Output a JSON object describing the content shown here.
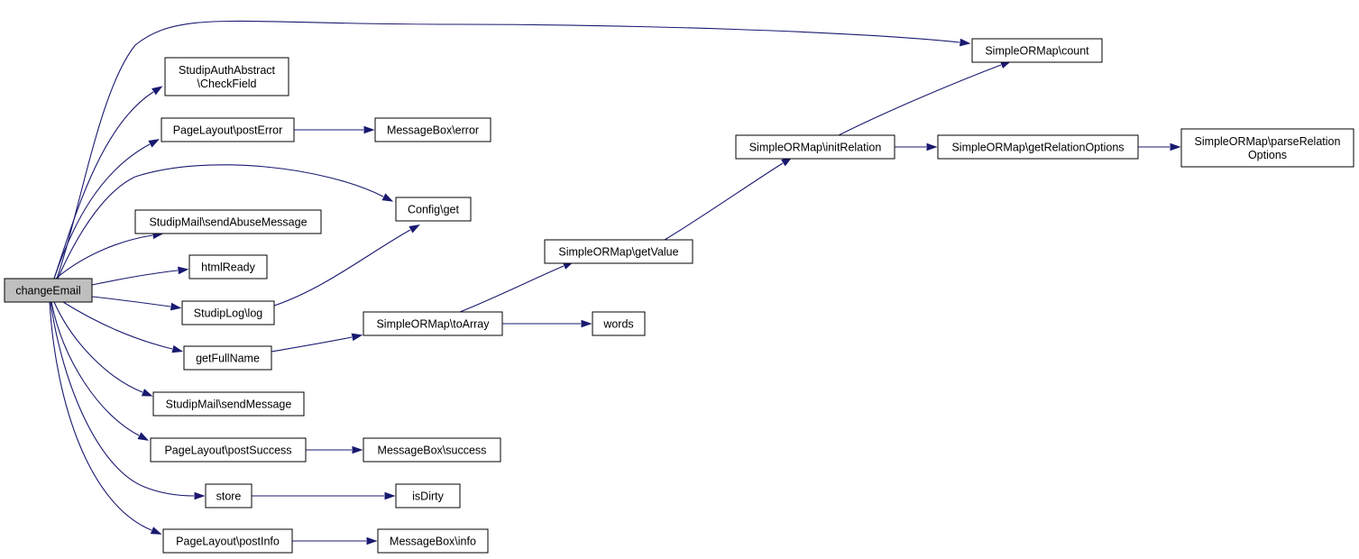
{
  "graph": {
    "root": "changeEmail",
    "colors": {
      "edge": "#191970",
      "root_fill": "#bfbfbf",
      "node_fill": "#ffffff",
      "node_stroke": "#000000"
    },
    "nodes": {
      "changeEmail": [
        "changeEmail"
      ],
      "simpleormap_count": [
        "SimpleORMap\\count"
      ],
      "studipauthabstract_checkfield": [
        "StudipAuthAbstract",
        "\\CheckField"
      ],
      "pagelayout_posterror": [
        "PageLayout\\postError"
      ],
      "messagebox_error": [
        "MessageBox\\error"
      ],
      "config_get": [
        "Config\\get"
      ],
      "studipmail_sendabusemessage": [
        "StudipMail\\sendAbuseMessage"
      ],
      "htmlready": [
        "htmlReady"
      ],
      "studiplog_log": [
        "StudipLog\\log"
      ],
      "getfullname": [
        "getFullName"
      ],
      "simpleormap_toarray": [
        "SimpleORMap\\toArray"
      ],
      "simpleormap_getvalue": [
        "SimpleORMap\\getValue"
      ],
      "simpleormap_initrelation": [
        "SimpleORMap\\initRelation"
      ],
      "simpleormap_getrelationoptions": [
        "SimpleORMap\\getRelationOptions"
      ],
      "simpleormap_parserelationoptions": [
        "SimpleORMap\\parseRelation",
        "Options"
      ],
      "words": [
        "words"
      ],
      "studipmail_sendmessage": [
        "StudipMail\\sendMessage"
      ],
      "pagelayout_postsuccess": [
        "PageLayout\\postSuccess"
      ],
      "messagebox_success": [
        "MessageBox\\success"
      ],
      "store": [
        "store"
      ],
      "isdirty": [
        "isDirty"
      ],
      "pagelayout_postinfo": [
        "PageLayout\\postInfo"
      ],
      "messagebox_info": [
        "MessageBox\\info"
      ]
    },
    "edges": [
      [
        "changeEmail",
        "simpleormap_count"
      ],
      [
        "changeEmail",
        "studipauthabstract_checkfield"
      ],
      [
        "changeEmail",
        "pagelayout_posterror"
      ],
      [
        "changeEmail",
        "config_get"
      ],
      [
        "changeEmail",
        "studipmail_sendabusemessage"
      ],
      [
        "changeEmail",
        "htmlready"
      ],
      [
        "changeEmail",
        "studiplog_log"
      ],
      [
        "changeEmail",
        "getfullname"
      ],
      [
        "changeEmail",
        "studipmail_sendmessage"
      ],
      [
        "changeEmail",
        "pagelayout_postsuccess"
      ],
      [
        "changeEmail",
        "store"
      ],
      [
        "changeEmail",
        "pagelayout_postinfo"
      ],
      [
        "pagelayout_posterror",
        "messagebox_error"
      ],
      [
        "studiplog_log",
        "config_get"
      ],
      [
        "getfullname",
        "simpleormap_toarray"
      ],
      [
        "simpleormap_toarray",
        "simpleormap_getvalue"
      ],
      [
        "simpleormap_toarray",
        "words"
      ],
      [
        "simpleormap_getvalue",
        "simpleormap_initrelation"
      ],
      [
        "simpleormap_initrelation",
        "simpleormap_count"
      ],
      [
        "simpleormap_initrelation",
        "simpleormap_getrelationoptions"
      ],
      [
        "simpleormap_getrelationoptions",
        "simpleormap_parserelationoptions"
      ],
      [
        "pagelayout_postsuccess",
        "messagebox_success"
      ],
      [
        "store",
        "isdirty"
      ],
      [
        "pagelayout_postinfo",
        "messagebox_info"
      ]
    ]
  }
}
